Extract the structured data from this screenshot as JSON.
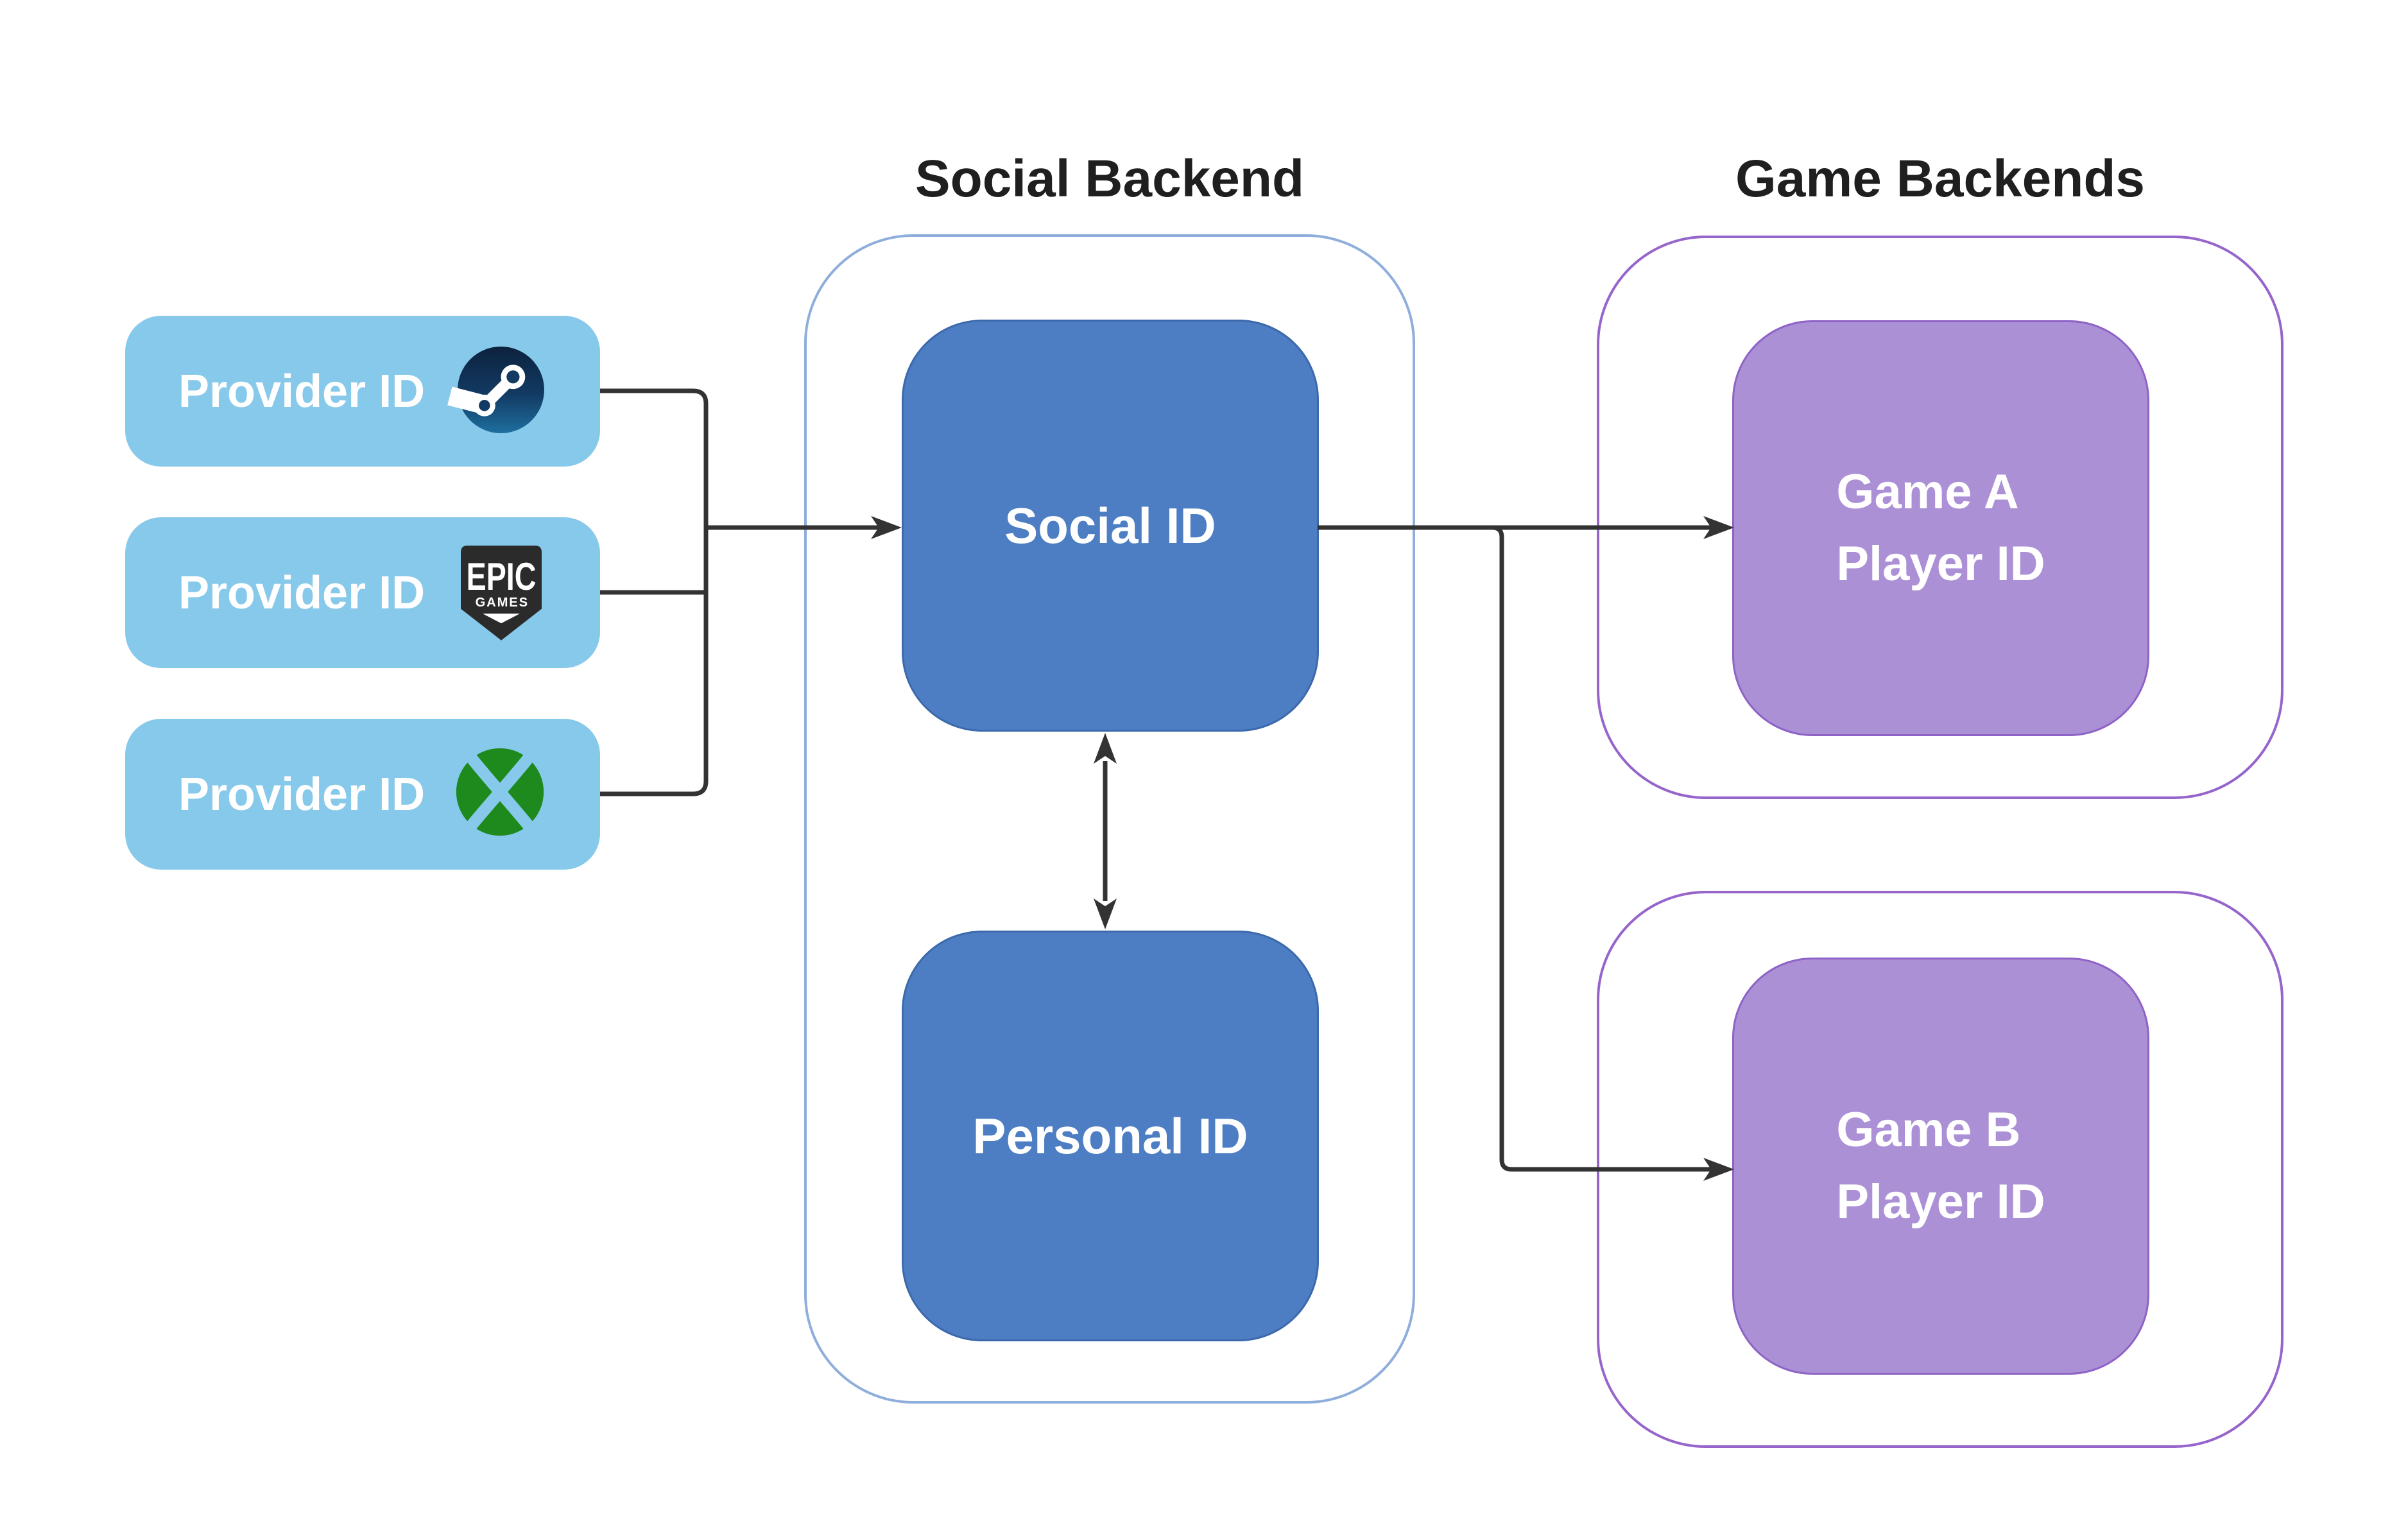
{
  "titles": {
    "social": "Social Backend",
    "game": "Game Backends"
  },
  "providers": [
    {
      "label": "Provider ID",
      "icon": "steam-icon"
    },
    {
      "label": "Provider ID",
      "icon": "epic-games-icon"
    },
    {
      "label": "Provider ID",
      "icon": "xbox-icon"
    }
  ],
  "social_backend": {
    "boxes": [
      {
        "label": "Social ID"
      },
      {
        "label": "Personal ID"
      }
    ]
  },
  "game_backends": [
    {
      "label_line1": "Game A",
      "label_line2": "Player ID"
    },
    {
      "label_line1": "Game B",
      "label_line2": "Player ID"
    }
  ],
  "epic_logo": {
    "line1": "EPIC",
    "line2": "GAMES"
  },
  "colors": {
    "canvas_bg": "#ffffff",
    "title_text": "#1f1f1f",
    "provider_fill": "#87C9EA",
    "provider_text": "#ffffff",
    "id_box_fill": "#4D7DC3",
    "id_box_border": "#3C69AC",
    "id_box_text": "#ffffff",
    "game_box_fill": "#AB90D6",
    "game_box_border": "#8E62C6",
    "game_box_text": "#ffffff",
    "social_container_border": "#8FAEDC",
    "game_container_border": "#9665CB",
    "connector": "#333333",
    "steam_dark": "#0C223E",
    "steam_mid": "#123A63",
    "steam_light": "#1E6F9E",
    "epic_dark": "#2B2B2B",
    "xbox_green": "#1E8A1E"
  }
}
